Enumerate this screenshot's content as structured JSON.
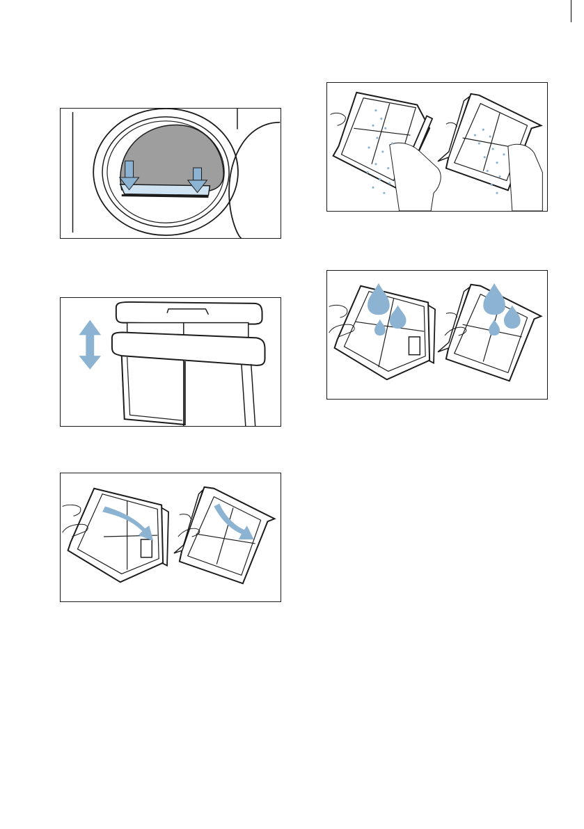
{
  "colors": {
    "outline": "#1a1a1a",
    "accent_blue": "#8db3d3",
    "light_blue": "#cfe3f2",
    "drum_gray": "#9e9e9e",
    "white": "#ffffff"
  },
  "panels": [
    {
      "id": "insert-lint-filter",
      "icons": [
        "dryer-door-icon",
        "filter-slot-icon",
        "down-arrow-icon"
      ]
    },
    {
      "id": "pull-apart-filter",
      "icons": [
        "lint-filter-icon",
        "up-down-arrow-icon"
      ]
    },
    {
      "id": "open-filter",
      "icons": [
        "hand-icon",
        "lint-filter-icon",
        "curved-arrow-icon"
      ]
    },
    {
      "id": "remove-lint",
      "icons": [
        "hand-icon",
        "lint-filter-icon",
        "lint-particles-icon"
      ]
    },
    {
      "id": "rinse-filter",
      "icons": [
        "hand-icon",
        "lint-filter-icon",
        "water-drop-icon"
      ]
    }
  ]
}
